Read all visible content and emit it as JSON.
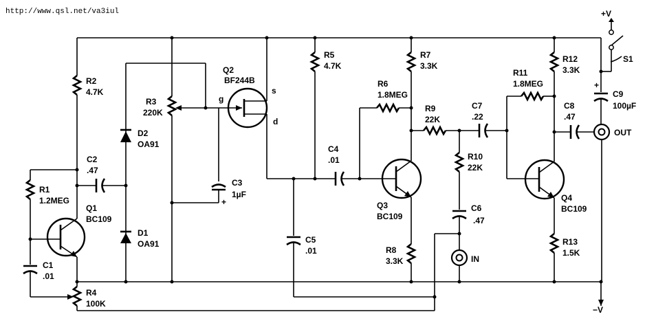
{
  "header": {
    "url": "http://www.qsl.net/va3iul"
  },
  "supply": {
    "plus": "+V",
    "minus": "−V",
    "switch": "S1"
  },
  "components": {
    "R1": {
      "ref": "R1",
      "value": "1.2MEG"
    },
    "R2": {
      "ref": "R2",
      "value": "4.7K"
    },
    "R3": {
      "ref": "R3",
      "value": "220K"
    },
    "R4": {
      "ref": "R4",
      "value": "100K"
    },
    "R5": {
      "ref": "R5",
      "value": "4.7K"
    },
    "R6": {
      "ref": "R6",
      "value": "1.8MEG"
    },
    "R7": {
      "ref": "R7",
      "value": "3.3K"
    },
    "R8": {
      "ref": "R8",
      "value": "3.3K"
    },
    "R9": {
      "ref": "R9",
      "value": "22K"
    },
    "R10": {
      "ref": "R10",
      "value": "22K"
    },
    "R11": {
      "ref": "R11",
      "value": "1.8MEG"
    },
    "R12": {
      "ref": "R12",
      "value": "3.3K"
    },
    "R13": {
      "ref": "R13",
      "value": "1.5K"
    },
    "C1": {
      "ref": "C1",
      "value": ".01"
    },
    "C2": {
      "ref": "C2",
      "value": ".47"
    },
    "C3": {
      "ref": "C3",
      "value": "1µF"
    },
    "C4": {
      "ref": "C4",
      "value": ".01"
    },
    "C5": {
      "ref": "C5",
      "value": ".01"
    },
    "C6": {
      "ref": "C6",
      "value": ".47"
    },
    "C7": {
      "ref": "C7",
      "value": ".22"
    },
    "C8": {
      "ref": "C8",
      "value": ".47"
    },
    "C9": {
      "ref": "C9",
      "value": "100µF"
    },
    "D1": {
      "ref": "D1",
      "value": "OA91"
    },
    "D2": {
      "ref": "D2",
      "value": "OA91"
    },
    "Q1": {
      "ref": "Q1",
      "value": "BC109"
    },
    "Q2": {
      "ref": "Q2",
      "value": "BF244B"
    },
    "Q3": {
      "ref": "Q3",
      "value": "BC109"
    },
    "Q4": {
      "ref": "Q4",
      "value": "BC109"
    }
  },
  "pins": {
    "gate": "g",
    "source": "s",
    "drain": "d",
    "plus": "+"
  },
  "connectors": {
    "input": "IN",
    "output": "OUT"
  }
}
